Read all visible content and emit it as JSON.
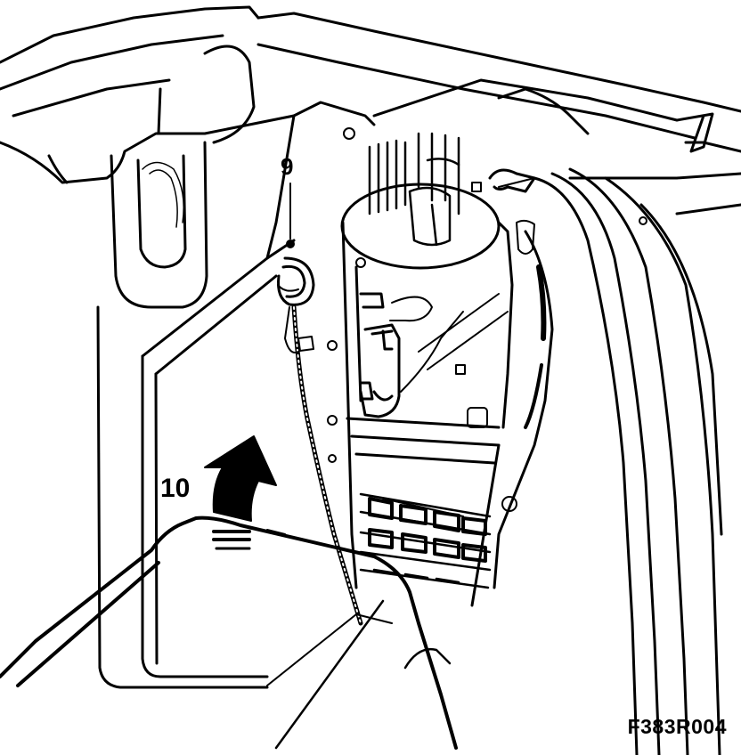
{
  "callouts": {
    "item_9": "9",
    "item_10": "10"
  },
  "figure_code": "F383R004",
  "colors": {
    "line": "#000000",
    "background": "#ffffff"
  }
}
